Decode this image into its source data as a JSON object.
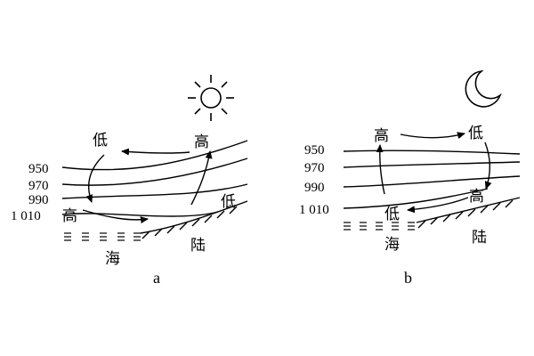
{
  "panel_a": {
    "isobars": [
      "950",
      "970",
      "990",
      "1 010"
    ],
    "pressure_high_upper": "高",
    "pressure_low_upper": "低",
    "pressure_high_lower": "高",
    "pressure_low_lower": "低",
    "sea_label": "海",
    "land_label": "陆",
    "caption": "a",
    "sky_icon": "sun-icon"
  },
  "panel_b": {
    "isobars": [
      "950",
      "970",
      "990",
      "1 010"
    ],
    "pressure_high_upper": "高",
    "pressure_low_upper": "低",
    "pressure_high_lower": "高",
    "pressure_low_lower": "低",
    "sea_label": "海",
    "land_label": "陆",
    "caption": "b",
    "sky_icon": "moon-icon"
  }
}
